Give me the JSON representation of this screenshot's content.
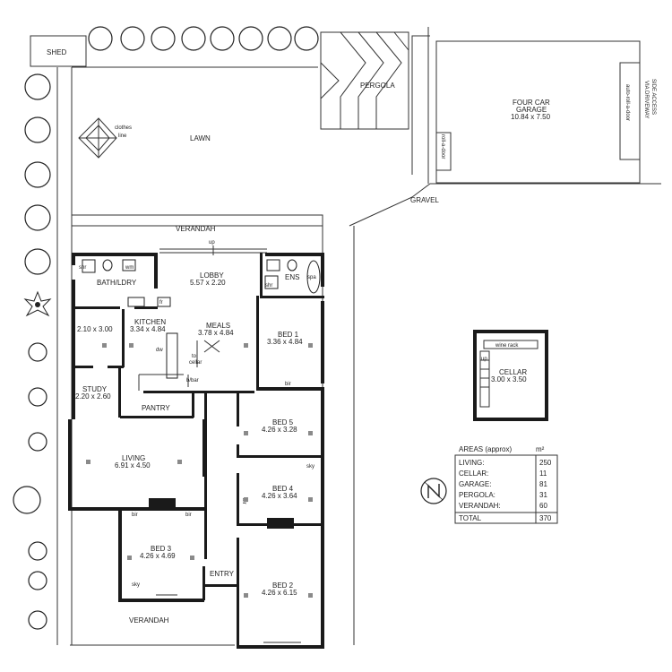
{
  "site": {
    "shed": "SHED",
    "lawn": "LAWN",
    "pergola": "PERGOLA",
    "garage_title": "FOUR CAR",
    "garage_title2": "GARAGE",
    "garage_dims": "10.84 x 7.50",
    "side_access_1": "SIDE ACCESS",
    "side_access_2": "VIA DRIVEWAY",
    "auto_door": "auto-roll-a-door",
    "roll_door": "roll-a-door",
    "gravel": "GRAVEL",
    "clothes_line_1": "clothes",
    "clothes_line_2": "line"
  },
  "house": {
    "verandah_top": "VERANDAH",
    "verandah_bottom": "VERANDAH",
    "up_main": "up",
    "rooms": {
      "lobby": {
        "name": "LOBBY",
        "dims": "5.57 x 2.20"
      },
      "bath": {
        "name": "BATH/LDRY"
      },
      "shr1": "shr",
      "wm": "wm",
      "ens": {
        "name": "ENS"
      },
      "shr2": "shr",
      "spa": "spa",
      "kitchen": {
        "name": "KITCHEN",
        "dims": "3.34 x 4.84"
      },
      "fr": "fr",
      "dw": "dw",
      "to_cellar_1": "to",
      "to_cellar_2": "cellar",
      "bbar": "b/bar",
      "meals": {
        "name": "MEALS",
        "dims": "3.78 x 4.84"
      },
      "bed1": {
        "name": "BED 1",
        "dims": "3.36 x 4.84"
      },
      "bir1": "bir",
      "room210": {
        "dims": "2.10 x 3.00"
      },
      "study": {
        "name": "STUDY",
        "dims": "2.20 x 2.60"
      },
      "pantry": {
        "name": "PANTRY"
      },
      "living": {
        "name": "LIVING",
        "dims": "6.91 x 4.50"
      },
      "bed5": {
        "name": "BED 5",
        "dims": "4.26 x 3.28"
      },
      "sky1": "sky",
      "bed4": {
        "name": "BED 4",
        "dims": "4.26 x 3.64"
      },
      "bir4": "bir",
      "bir3a": "bir",
      "bir3b": "bir",
      "bed3": {
        "name": "BED 3",
        "dims": "4.26 x 4.69"
      },
      "sky3": "sky",
      "entry": {
        "name": "ENTRY"
      },
      "bed2": {
        "name": "BED 2",
        "dims": "4.26 x 6.15"
      }
    }
  },
  "cellar": {
    "wine_rack": "wine rack",
    "up": "up",
    "name": "CELLAR",
    "dims": "3.00 x 3.50"
  },
  "areas": {
    "title": "AREAS (approx)",
    "unit": "m²",
    "rows": [
      {
        "label": "LIVING:",
        "value": "250"
      },
      {
        "label": "CELLAR:",
        "value": "11"
      },
      {
        "label": "GARAGE:",
        "value": "81"
      },
      {
        "label": "PERGOLA:",
        "value": "31"
      },
      {
        "label": "VERANDAH:",
        "value": "60"
      }
    ],
    "total_label": "TOTAL",
    "total_value": "370"
  },
  "north_label": "N",
  "colors": {
    "wall": "#1a1a1a",
    "line": "#333333",
    "marker": "#8a8a8a"
  }
}
